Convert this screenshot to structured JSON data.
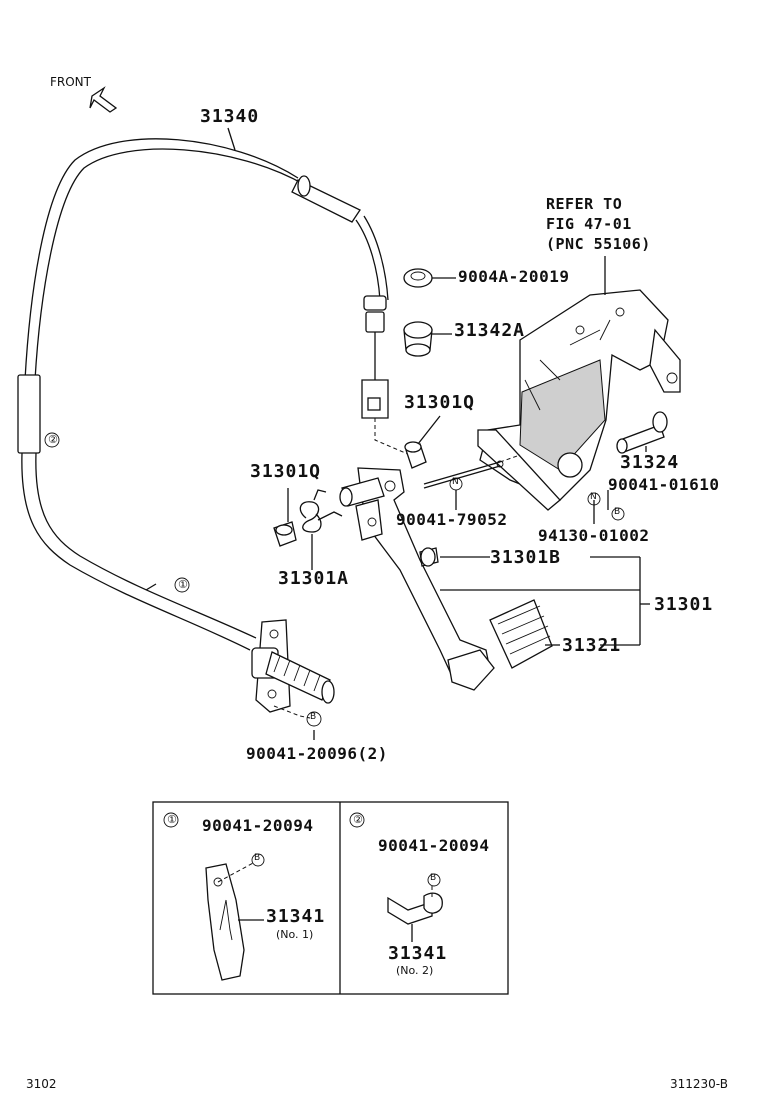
{
  "orientation": {
    "front_label": "FRONT"
  },
  "reference": {
    "line1": "REFER TO",
    "line2": "FIG 47-01",
    "line3": "(PNC 55106)"
  },
  "parts": {
    "p31340": "31340",
    "p9004a": "9004A-20019",
    "p31342a": "31342A",
    "p31301q_right": "31301Q",
    "p31301q_left": "31301Q",
    "p31301a": "31301A",
    "p90041_79052": "90041-79052",
    "p31324": "31324",
    "p90041_01610": "90041-01610",
    "p94130": "94130-01002",
    "p31301b": "31301B",
    "p31301": "31301",
    "p31321": "31321",
    "p90041_20096": "90041-20096(2)"
  },
  "callouts": {
    "one": "①",
    "two": "②",
    "b": "B",
    "n": "N"
  },
  "detail_1": {
    "marker": "①",
    "bolt": "90041-20094",
    "bracket": "31341",
    "bracket_note": "(No. 1)"
  },
  "detail_2": {
    "marker": "②",
    "bolt": "90041-20094",
    "bracket": "31341",
    "bracket_note": "(No. 2)"
  },
  "footer": {
    "left": "3102",
    "right": "311230-B"
  },
  "colors": {
    "line": "#111111",
    "background": "#ffffff",
    "shade": "#cfcfcf"
  }
}
